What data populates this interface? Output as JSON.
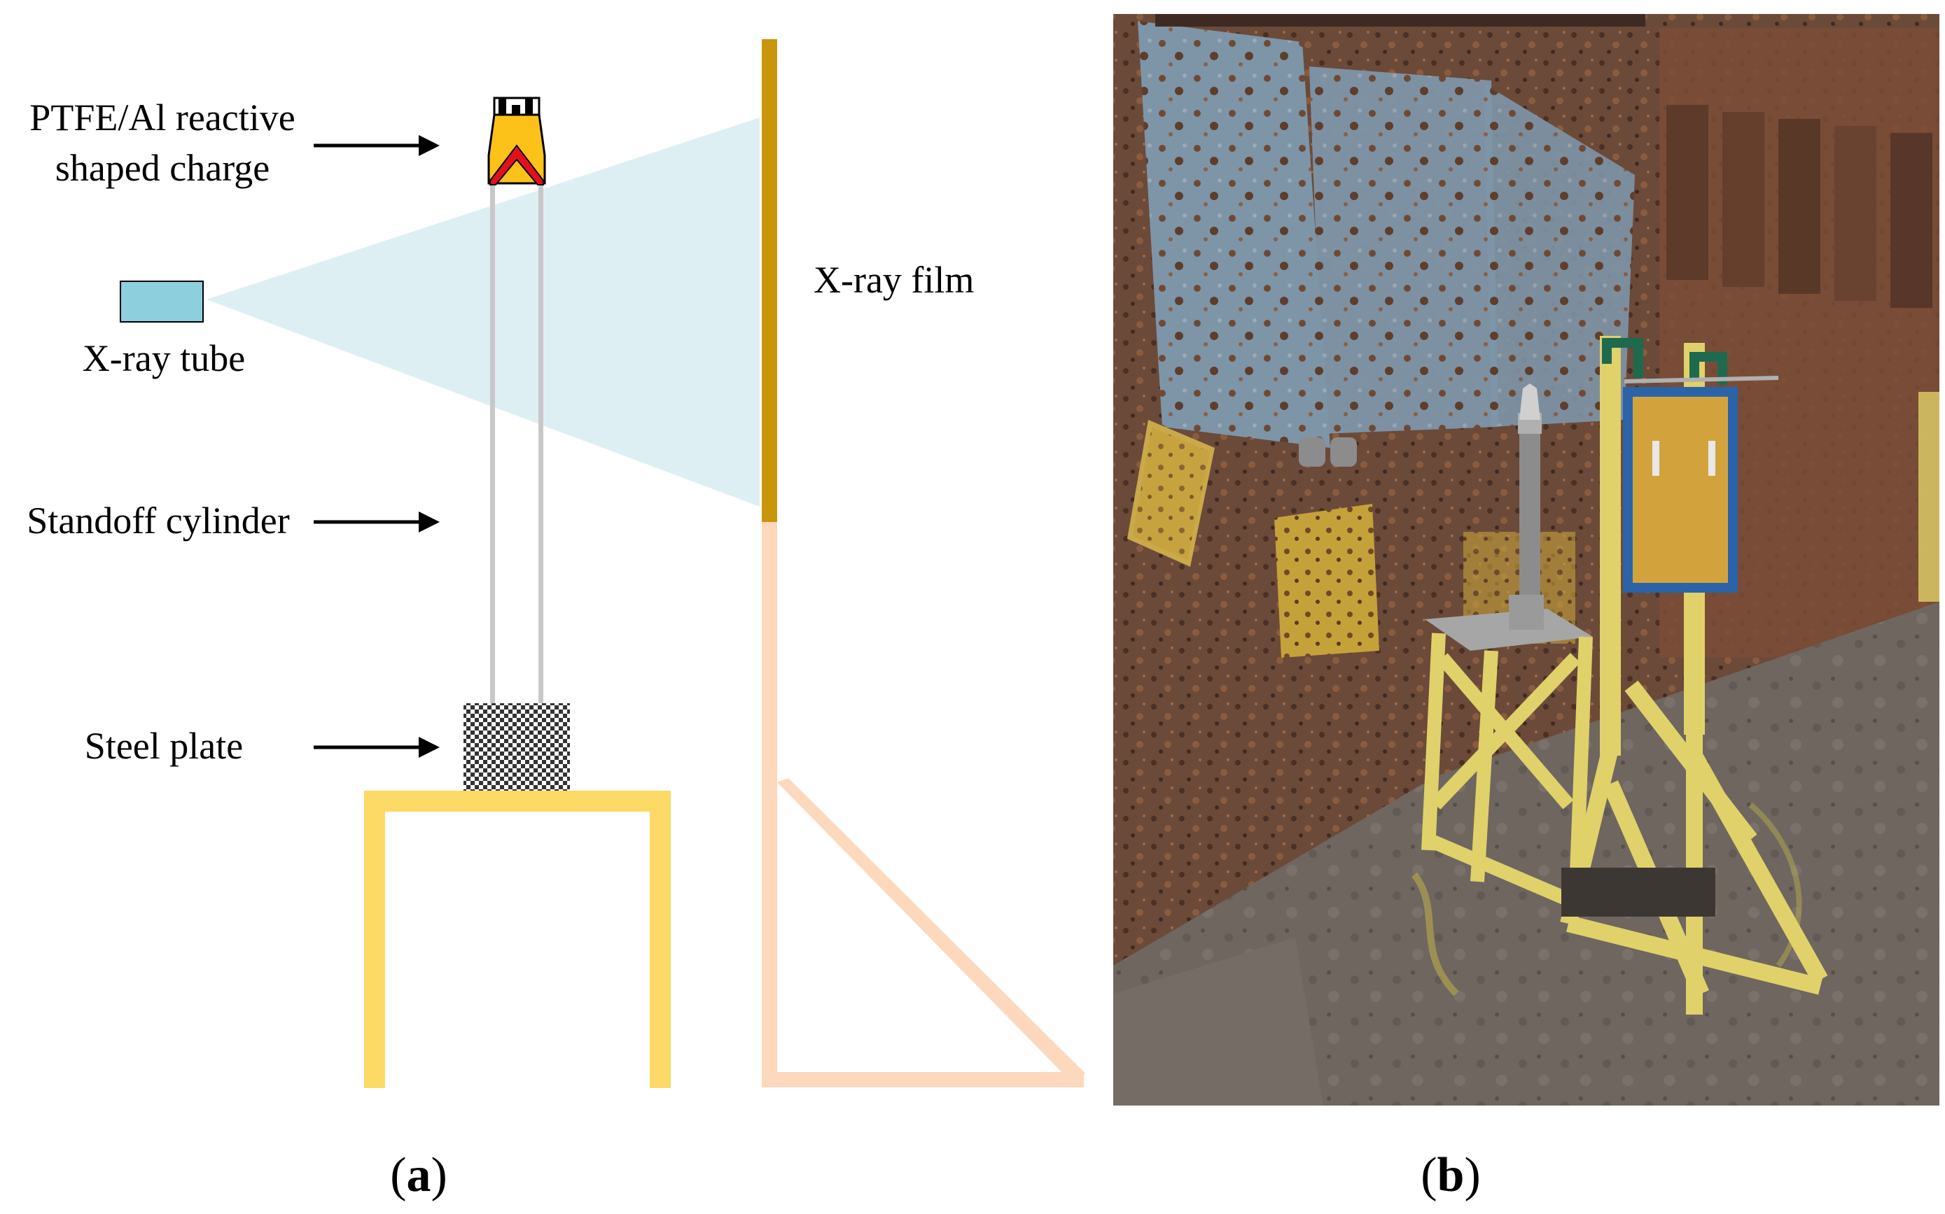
{
  "panel_a": {
    "labels": {
      "charge_line1": "PTFE/Al reactive",
      "charge_line2": "shaped charge",
      "xray_tube": "X-ray tube",
      "xray_film": "X-ray film",
      "standoff_cylinder": "Standoff cylinder",
      "steel_plate": "Steel plate"
    },
    "caption_letter": "a",
    "colors": {
      "xray_beam": "#deeff4",
      "xray_tube": "#8ecfde",
      "film": "#c8960a",
      "film_support": "#fcd8bd",
      "table": "#fdd965",
      "charge_body": "#fcc21a",
      "liner": "#e4101b"
    }
  },
  "panel_b": {
    "caption_letter": "b",
    "description": "Photograph of the experimental setup"
  }
}
